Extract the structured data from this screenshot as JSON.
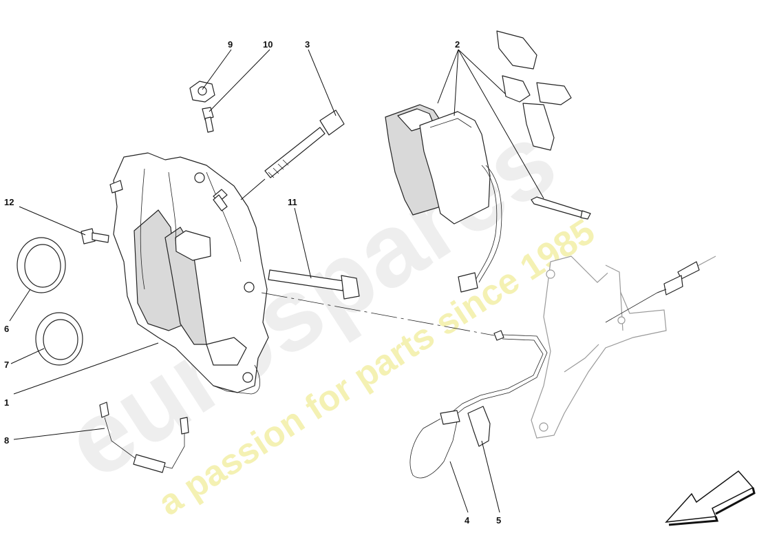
{
  "callouts": {
    "c1": "1",
    "c2": "2",
    "c3": "3",
    "c4": "4",
    "c5": "5",
    "c6": "6",
    "c7": "7",
    "c8": "8",
    "c9": "9",
    "c10": "10",
    "c11": "11",
    "c12": "12"
  },
  "watermark": {
    "brand": "eurospares",
    "tagline": "a passion for parts since 1985",
    "brand_color": "#e6e6e6",
    "tagline_color": "#f3f0a0"
  },
  "direction_arrow": {
    "icon": "direction-arrow-icon"
  }
}
